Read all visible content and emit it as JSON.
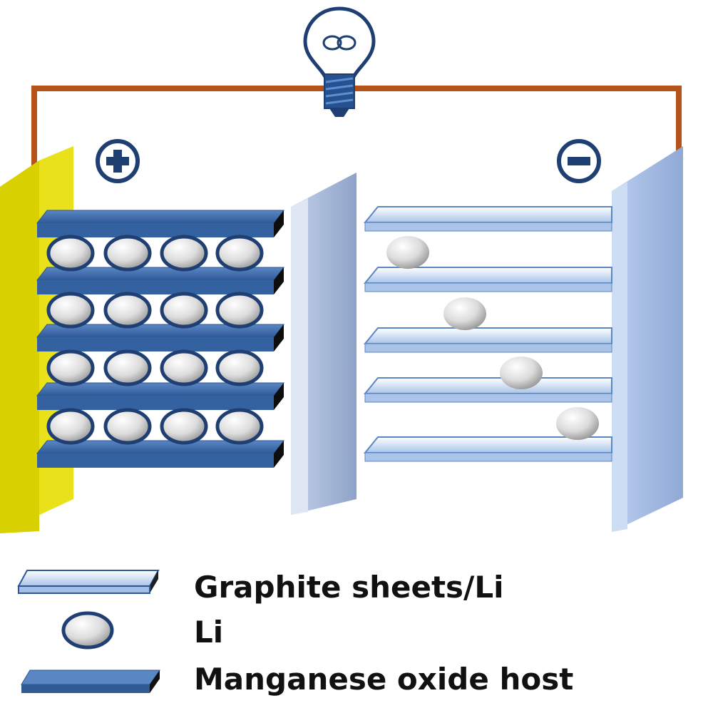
{
  "diagram": {
    "positive_symbol": "+",
    "negative_symbol": "−",
    "legend": {
      "graphite": "Graphite sheets/Li",
      "li": "Li",
      "manganese": "Manganese oxide host"
    }
  },
  "colors": {
    "wire": "#b5531a",
    "positive_electrode": "#e9e21a",
    "separator": "#aebfdf",
    "negative_collector": "#a9c2e6",
    "manganese_sheet": "#3e6aa8",
    "graphite_sheet": "#dbe8f8",
    "bulb": "#1f3f73"
  }
}
